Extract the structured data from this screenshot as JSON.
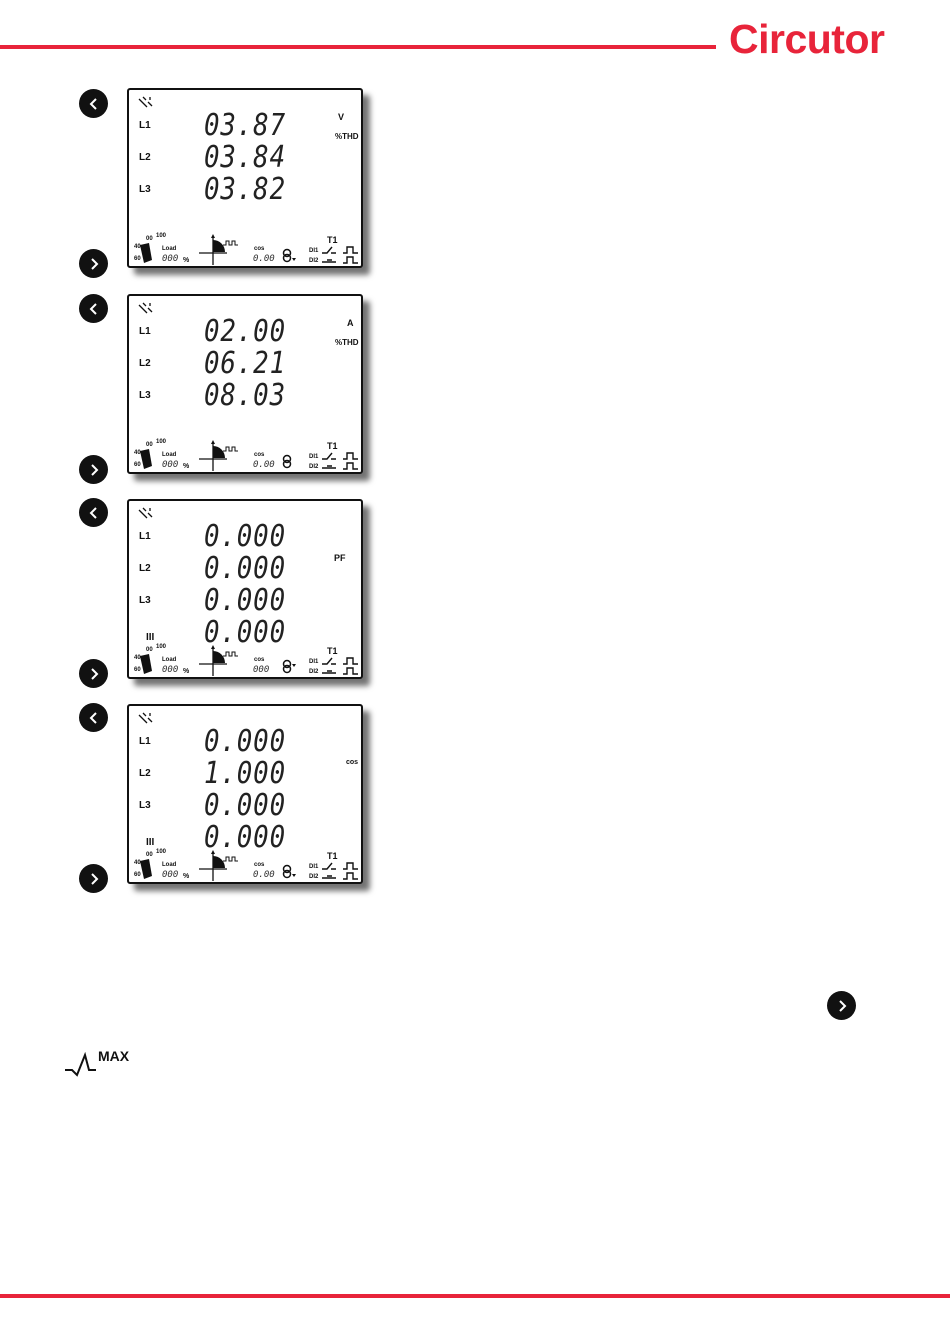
{
  "header": {
    "brand": "Circutor",
    "accent_color": "#e8243a"
  },
  "screens": [
    {
      "rows": [
        {
          "label": "L1",
          "value": "03.87"
        },
        {
          "label": "L2",
          "value": "03.84"
        },
        {
          "label": "L3",
          "value": "03.82"
        }
      ],
      "unit_main": "V",
      "unit_sub": "%THD"
    },
    {
      "rows": [
        {
          "label": "L1",
          "value": "02.00"
        },
        {
          "label": "L2",
          "value": "06.21"
        },
        {
          "label": "L3",
          "value": "08.03"
        }
      ],
      "unit_main": "A",
      "unit_sub": "%THD"
    },
    {
      "rows": [
        {
          "label": "L1",
          "value": "0.000"
        },
        {
          "label": "L2",
          "value": "0.000"
        },
        {
          "label": "L3",
          "value": "0.000"
        },
        {
          "label": "III",
          "value": "0.000"
        }
      ],
      "unit_main": "PF",
      "unit_sub": ""
    },
    {
      "rows": [
        {
          "label": "L1",
          "value": "0.000"
        },
        {
          "label": "L2",
          "value": "1.000"
        },
        {
          "label": "L3",
          "value": "0.000"
        },
        {
          "label": "III",
          "value": "0.000"
        }
      ],
      "unit_main": "cos",
      "unit_sub": ""
    }
  ],
  "lcd_footer": {
    "load_label": "Load",
    "load_value": "000",
    "percent": "%",
    "cos_label": "cos",
    "cos_value": "0.00",
    "scale_min": "00",
    "scale_max": "100",
    "scale_a": "40",
    "scale_b": "60",
    "t1": "T1",
    "di1": "DI1",
    "di2": "DI2"
  },
  "max_icon": {
    "label": "MAX"
  },
  "icons": [
    "chevron-left-icon",
    "chevron-right-icon",
    "max-waveform-icon"
  ]
}
